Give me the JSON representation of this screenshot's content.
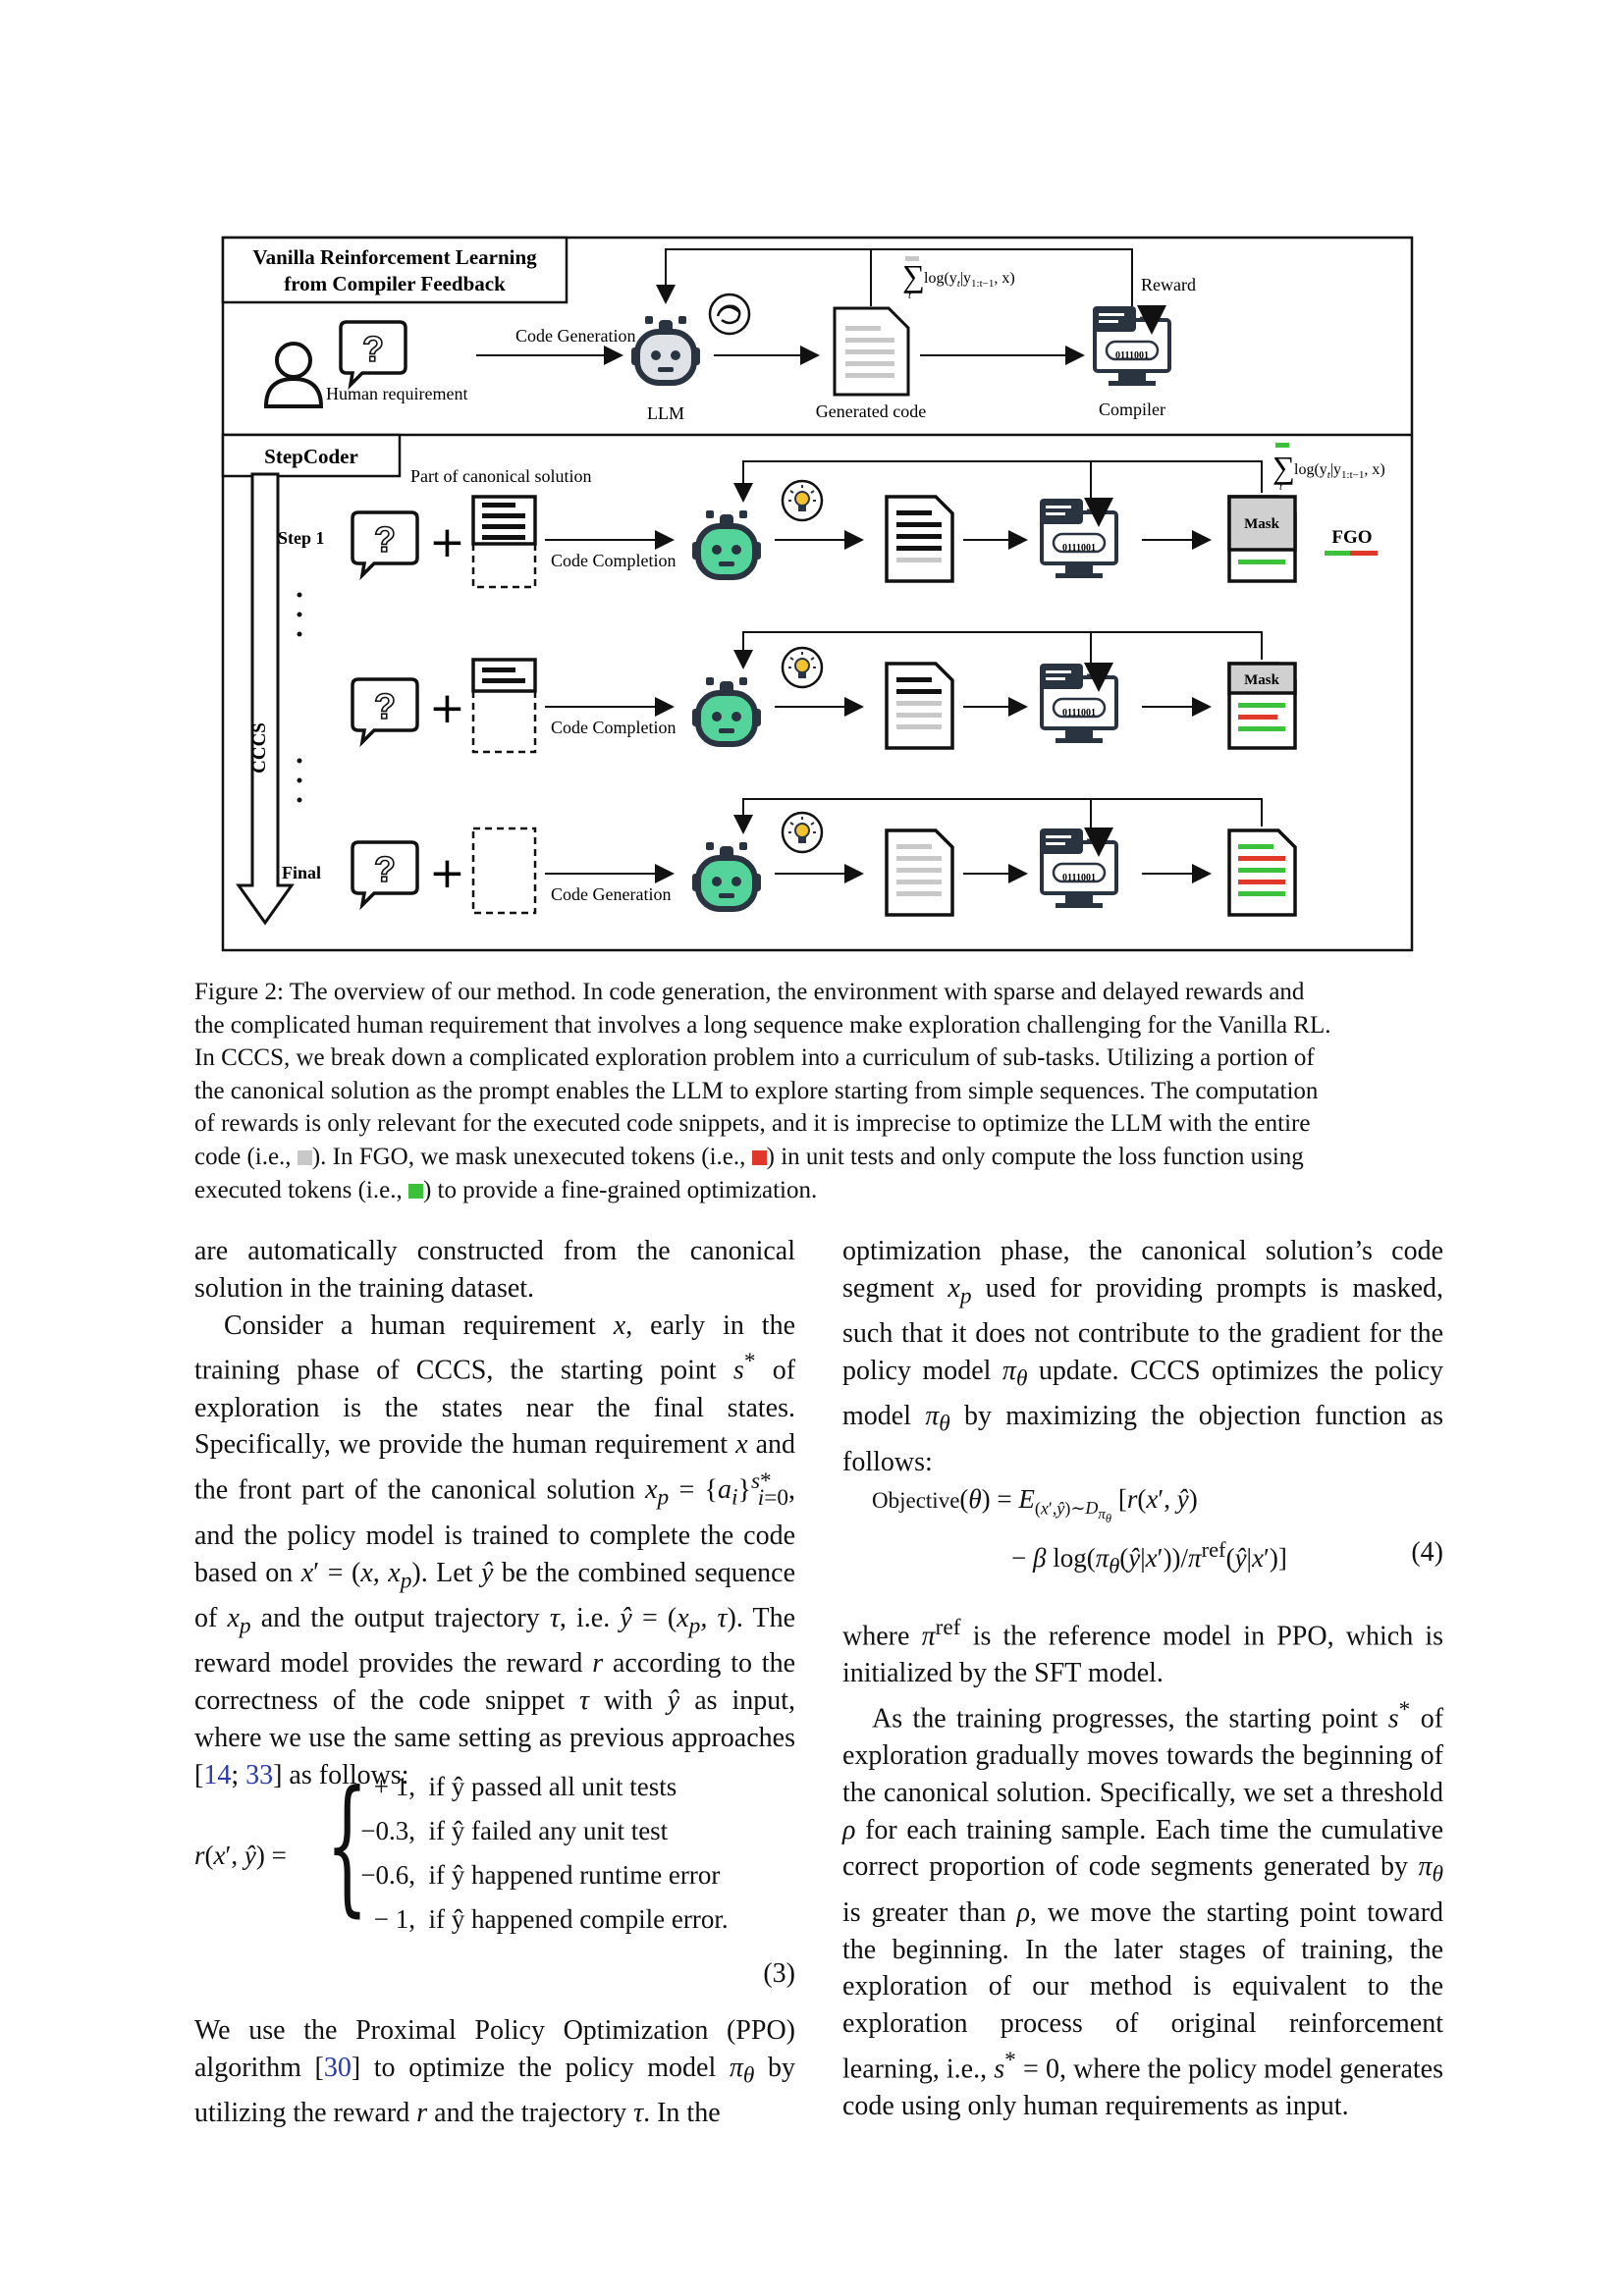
{
  "figure": {
    "vanilla": {
      "title_line1": "Vanilla Reinforcement Learning",
      "title_line2": "from Compiler Feedback",
      "code_generation": "Code Generation",
      "human_requirement": "Human requirement",
      "llm": "LLM",
      "generated_code": "Generated code",
      "compiler": "Compiler",
      "reward": "Reward",
      "sum_formula": "log(y",
      "sum_formula_sub": "t",
      "sum_formula_rest": "|y",
      "sum_formula_sub2": "1:t−1",
      "sum_formula_end": ", x)",
      "sum_index": "t"
    },
    "stepcoder": {
      "title": "StepCoder",
      "canonical_label": "Part of canonical solution",
      "step1": "Step 1",
      "final": "Final",
      "cccs": "CCCS",
      "code_completion": "Code Completion",
      "code_generation": "Code Generation",
      "mask": "Mask",
      "fgo": "FGO",
      "binary": "0111001"
    }
  },
  "caption": {
    "line1": "Figure 2: The overview of our method. In code generation, the environment with sparse and delayed rewards and",
    "line2": "the complicated human requirement that involves a long sequence make exploration challenging for the Vanilla RL.",
    "line3": "In CCCS, we break down a complicated exploration problem into a curriculum of sub-tasks. Utilizing a portion of",
    "line4": "the canonical solution as the prompt enables the LLM to explore starting from simple sequences. The computation",
    "line5": "of rewards is only relevant for the executed code snippets, and it is imprecise to optimize the LLM with the entire",
    "line6a": "code (i.e.,",
    "line6b": "). In FGO, we mask unexecuted tokens (i.e.,",
    "line6c": ") in unit tests and only compute the loss function using",
    "line7a": "executed tokens (i.e.,",
    "line7b": ") to provide a fine-grained optimization."
  },
  "left_column": {
    "p1": "are automatically constructed from the canonical solution in the training dataset.",
    "p2_a": "Consider a human requirement",
    "p2_b": ", early in the training phase of CCCS, the starting point",
    "p2_c": "of exploration is the states near the final states. Specifically, we provide the human requirement",
    "p2_d": "and the front part of the canonical solution",
    "p2_e": ", and the policy model is trained to complete the code based on",
    "p2_f": ". Let",
    "p2_g": "be the combined sequence of",
    "p2_h": "and the output trajectory",
    "p2_i": ", i.e.",
    "p2_j": ". The reward model provides the reward",
    "p2_k": "according to the correctness of the code snippet",
    "p2_l": "with",
    "p2_m": "as input, where we use the same setting as previous approaches [",
    "cite14": "14",
    "cite33": "33",
    "p2_n": "] as follows:",
    "eq3_cases": [
      {
        "value": "+ 1,",
        "cond": "if ŷ passed all unit tests"
      },
      {
        "value": "−0.3,",
        "cond": "if ŷ failed any unit test"
      },
      {
        "value": "−0.6,",
        "cond": "if ŷ happened runtime error"
      },
      {
        "value": "− 1,",
        "cond": "if ŷ happened compile error."
      }
    ],
    "eq3_number": "(3)",
    "p3_a": "We use the Proximal Policy Optimization (PPO) algorithm [",
    "cite30": "30",
    "p3_b": "] to optimize the policy model",
    "p3_c": "by utilizing the reward",
    "p3_d": "and the trajectory",
    "p3_e": ". In the"
  },
  "right_column": {
    "p1_a": "optimization phase, the canonical solution’s code segment",
    "p1_b": "used for providing prompts is masked, such that it does not contribute to the gradient for the policy model",
    "p1_c": "update. CCCS optimizes the policy model",
    "p1_d": "by maximizing the objection function as follows:",
    "eq4_label": "Objective",
    "eq4_number": "(4)",
    "p2_a": "where",
    "p2_b": "is the reference model in PPO, which is initialized by the SFT model.",
    "p3_a": "As the training progresses, the starting point",
    "p3_b": "of exploration gradually moves towards the beginning of the canonical solution. Specifically, we set a threshold",
    "p3_c": "for each training sample. Each time the cumulative correct proportion of code segments generated by",
    "p3_d": "is greater than",
    "p3_e": ", we move the starting point toward the beginning. In the later stages of training, the exploration of our method is equivalent to the exploration process of original reinforcement learning, i.e.,",
    "p3_f": ", where the policy model generates code using only human requirements as input."
  },
  "colors": {
    "green": "#3cc13b",
    "red": "#e0392b",
    "gray": "#c8c8c8",
    "robot_teal": "#54d39a",
    "robot_dark": "#2a3340",
    "cite_blue": "#2b3aa8"
  }
}
